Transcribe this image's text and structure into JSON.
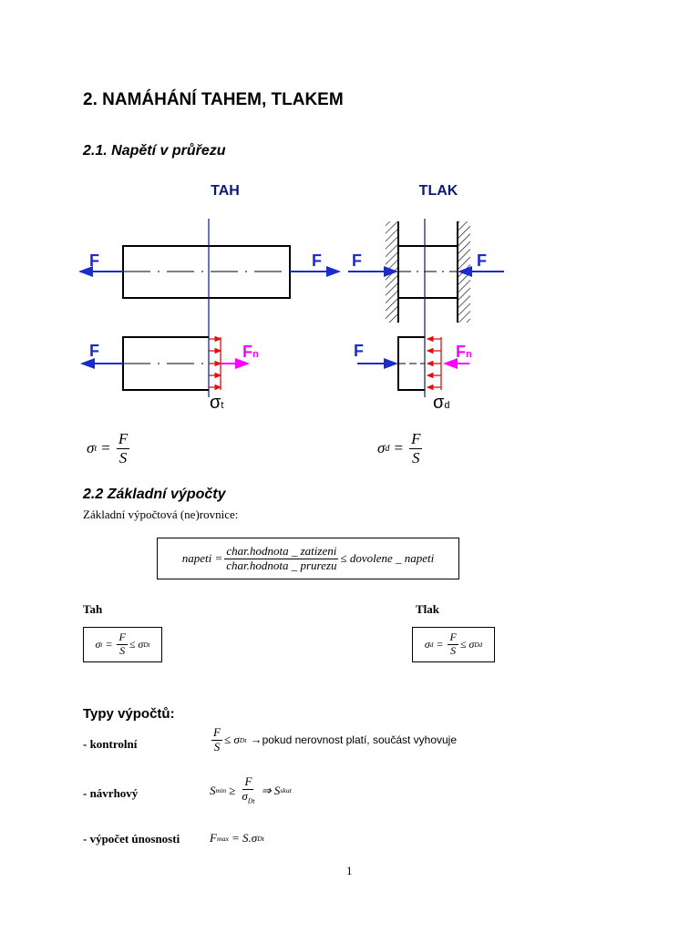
{
  "heading": "2. NAMÁHÁNÍ TAHEM, TLAKEM",
  "section1": "2.1. Napětí v průřezu",
  "diagram": {
    "tah_title": "TAH",
    "tlak_title": "TLAK",
    "f": "F",
    "fn": "F",
    "fn_sub": "n",
    "sigma": "σ",
    "sub_t": "t",
    "sub_d": "d"
  },
  "formula_top": {
    "sigma": "σ",
    "sub_t": "t",
    "sub_d": "d",
    "eq": "=",
    "F": "F",
    "S": "S"
  },
  "section2": "2.2 Základní výpočty",
  "intro": "Základní výpočtová (ne)rovnice:",
  "main_ineq": {
    "lhs": "napeti =",
    "num": "char.hodnota _ zatizeni",
    "den": "char.hodnota _ prurezu",
    "rhs": "≤ dovolene _ napeti"
  },
  "tah_label": "Tah",
  "tlak_label": "Tlak",
  "tah_formula": {
    "sigma": "σ",
    "sub": "t",
    "eq": "=",
    "F": "F",
    "S": "S",
    "le": "≤ σ",
    "dsub": "Dt"
  },
  "tlak_formula": {
    "sigma": "σ",
    "sub": "d",
    "eq": "=",
    "F": "F",
    "S": "S",
    "le": "≤ σ",
    "dsub": "Dd"
  },
  "types_title": "Typy výpočtů:",
  "types": [
    {
      "label": "- kontrolní",
      "F": "F",
      "S": "S",
      "le": "≤ σ",
      "dsub": "Dt",
      "arrow": "→",
      "text": "pokud nerovnost platí, součást vyhovuje"
    },
    {
      "label": "- návrhový",
      "Smin": "S",
      "min": "min",
      "ge": "≥",
      "F": "F",
      "sigma": "σ",
      "dsub": "Dt",
      "implies": "⇒ S",
      "skut": "skut"
    },
    {
      "label": "- výpočet únosnosti",
      "Fmax": "F",
      "max": "max",
      "eq": "= S.σ",
      "dsub": "Dt"
    }
  ],
  "page_number": "1"
}
